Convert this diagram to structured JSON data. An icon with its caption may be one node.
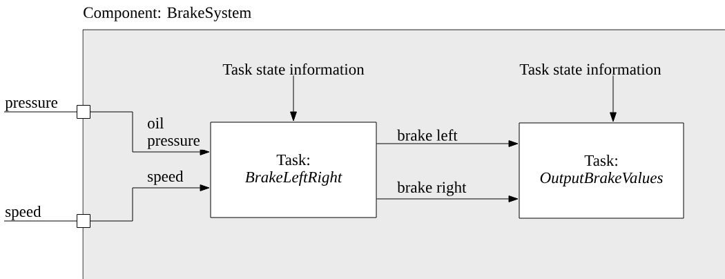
{
  "diagram": {
    "nodes": [
      {
        "text": [
          "Component: BrakeSystem"
        ]
      },
      {
        "text": [
          "Task state information"
        ],
        "in": 0
      },
      {
        "text": [
          "Task state information"
        ],
        "in": 0
      },
      {
        "text": [
          "pressure"
        ]
      },
      {
        "text": [],
        "shape": "box"
      },
      {
        "text": [
          "Task:",
          "BrakeLeftRight"
        ],
        "in": 0
      },
      {
        "text": [
          "Task:",
          "OutputBrakeValues"
        ],
        "in": 0
      },
      {
        "text": [
          "speed"
        ]
      },
      {
        "text": [],
        "shape": "box"
      }
    ],
    "edges": [
      {
        "from": 1,
        "to": 5,
        "arrow": "to"
      },
      {
        "from": 2,
        "to": 6,
        "arrow": "to"
      },
      {
        "from": 3,
        "to": 4,
        "arrow": "none"
      },
      {
        "from": 4,
        "to": 5,
        "arrow": "to",
        "label": "oil pressure"
      },
      {
        "from": 5,
        "to": 6,
        "arrow": "to",
        "label": "brake left"
      },
      {
        "from": 5,
        "to": 6,
        "arrow": "to",
        "label": "brake right"
      },
      {
        "from": 7,
        "to": 8,
        "arrow": "none"
      },
      {
        "from": 8,
        "to": 5,
        "arrow": "to",
        "label": "speed"
      }
    ]
  }
}
